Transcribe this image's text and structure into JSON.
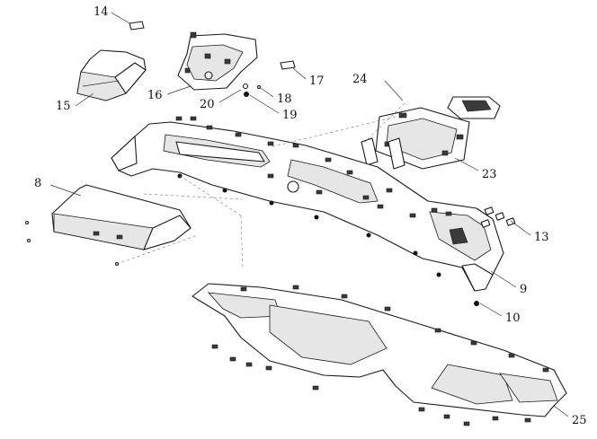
{
  "callouts": [
    {
      "id": "c14",
      "label": "14"
    },
    {
      "id": "c15",
      "label": "15"
    },
    {
      "id": "c16",
      "label": "16"
    },
    {
      "id": "c17",
      "label": "17"
    },
    {
      "id": "c18",
      "label": "18"
    },
    {
      "id": "c19",
      "label": "19"
    },
    {
      "id": "c20",
      "label": "20"
    },
    {
      "id": "c24",
      "label": "24"
    },
    {
      "id": "c23",
      "label": "23"
    },
    {
      "id": "c8",
      "label": "8"
    },
    {
      "id": "c13",
      "label": "13"
    },
    {
      "id": "c9",
      "label": "9"
    },
    {
      "id": "c10",
      "label": "10"
    },
    {
      "id": "c25",
      "label": "25"
    }
  ]
}
